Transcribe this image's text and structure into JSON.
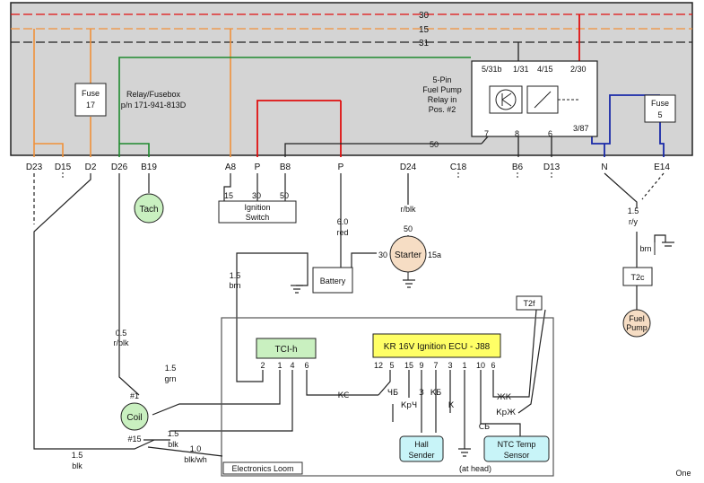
{
  "bus": {
    "b30": "30",
    "b15": "15",
    "b31": "31"
  },
  "fusebox": {
    "title": "Relay/Fusebox",
    "part": "p/n 171-941-813D"
  },
  "fuse17": {
    "line1": "Fuse",
    "line2": "17"
  },
  "fuse5": {
    "line1": "Fuse",
    "line2": "5"
  },
  "relay": {
    "desc": [
      "5-Pin",
      "Fuel Pump",
      "Relay in",
      "Pos. #2"
    ],
    "pins": {
      "p531b": "5/31b",
      "p131": "1/31",
      "p415": "4/15",
      "p230": "2/30",
      "p387": "3/87"
    }
  },
  "line50_label": "50",
  "pin7": "7",
  "pin8": "8",
  "pin6": "6",
  "connectors": {
    "d23": "D23",
    "d15": "D15",
    "d2": "D2",
    "d26": "D26",
    "b19": "B19",
    "a8": "A8",
    "p1": "P",
    "b8": "B8",
    "p2": "P",
    "d24": "D24",
    "c18": "C18",
    "b6": "B6",
    "d13": "D13",
    "n": "N",
    "e14": "E14"
  },
  "tach": "Tach",
  "ignition": {
    "t15": "15",
    "t30": "30",
    "t50": "50",
    "line1": "Ignition",
    "line2": "Switch"
  },
  "wire_60red": {
    "size": "6.0",
    "color": "red"
  },
  "wire_rblk_d24": {
    "color": "r/blk",
    "term": "50"
  },
  "starter": {
    "label": "Starter",
    "t30": "30",
    "t15a": "15a"
  },
  "battery": "Battery",
  "wire_15brn": {
    "size": "1.5",
    "color": "brn"
  },
  "wire_15ry": {
    "size": "1.5",
    "color": "r/y"
  },
  "brn_fp": "brn",
  "t2c": "T2c",
  "fuel_pump": {
    "line1": "Fuel",
    "line2": "Pump"
  },
  "t2f": "T2f",
  "tci": {
    "label": "TCI-h",
    "pins": [
      "2",
      "1",
      "4",
      "6"
    ]
  },
  "ecu": {
    "label": "KR 16V Ignition ECU - J88",
    "pins": [
      "12",
      "5",
      "15",
      "9",
      "7",
      "3",
      "1",
      "10",
      "6"
    ]
  },
  "wires_cyr": {
    "kc": "КС",
    "chb": "ЧБ",
    "krch": "КрЧ",
    "z": "З",
    "kb": "КБ",
    "k": "К",
    "sb": "СБ",
    "zh": "ЖК",
    "krzh": "КрЖ"
  },
  "hall": {
    "line1": "Hall",
    "line2": "Sender"
  },
  "ntc": {
    "line1": "NTC Temp",
    "line2": "Sensor"
  },
  "at_head": "(at head)",
  "loom_label": "Electronics Loom",
  "wire_05rblk": {
    "size": "0.5",
    "color": "r/blk"
  },
  "wire_15grn": {
    "size": "1.5",
    "color": "grn"
  },
  "coil": {
    "label": "Coil",
    "t1": "#1",
    "t15": "#15"
  },
  "wire_15blk_a": {
    "size": "1.5",
    "color": "blk"
  },
  "wire_10blkwh": {
    "size": "1.0",
    "color": "blk/wh"
  },
  "wire_15blk_b": {
    "size": "1.5",
    "color": "blk"
  },
  "corner": "One",
  "colors": {
    "orange": "#f0913a",
    "red": "#e01010",
    "green": "#1e8a2e",
    "blue": "#1a2aa8",
    "panel": "#d4d4d4",
    "greenfill": "#c9f0c0",
    "yellowfill": "#ffff66",
    "cyanfill": "#c8f4f8",
    "tanfill": "#f6ddc4"
  }
}
